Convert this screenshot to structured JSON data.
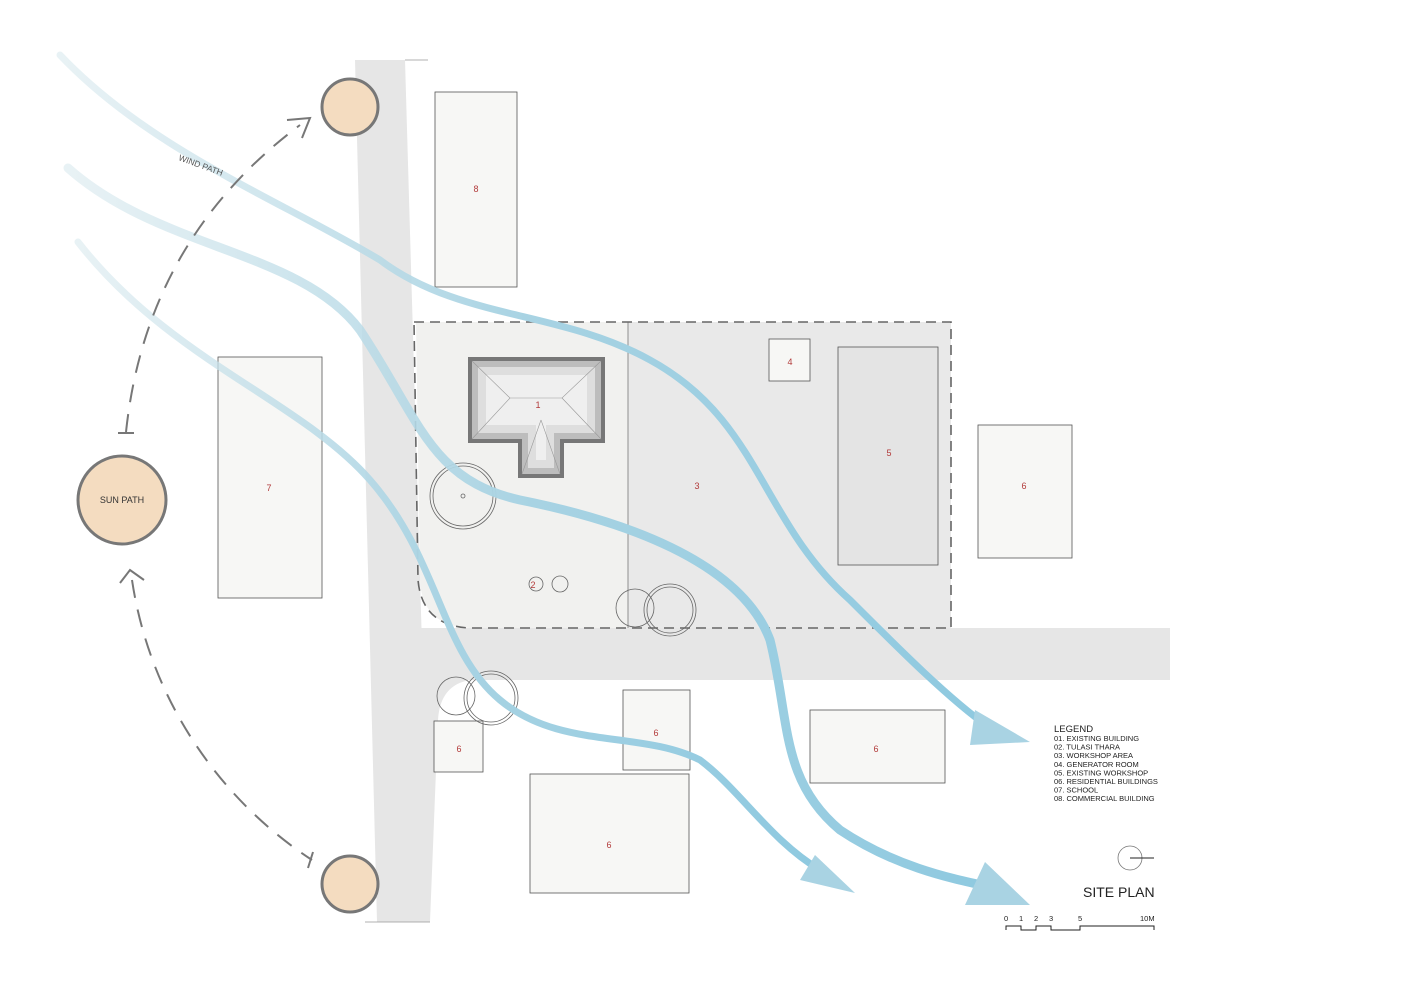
{
  "title": "SITE PLAN",
  "wind_label": "WIND PATH",
  "sun_label": "SUN PATH",
  "legend": {
    "heading": "LEGEND",
    "items": [
      "01. EXISTING BUILDING",
      "02. TULASI THARA",
      "03. WORKSHOP AREA",
      "04. GENERATOR ROOM",
      "05. EXISTING WORKSHOP",
      "06. RESIDENTIAL BUILDINGS",
      "07. SCHOOL",
      "08. COMMERCIAL BUILDING"
    ]
  },
  "scale": {
    "ticks": [
      "0",
      "1",
      "2",
      "3",
      "5",
      "10M"
    ]
  },
  "buildings": {
    "b1": "1",
    "b2": "2",
    "b3": "3",
    "b4": "4",
    "b5": "5",
    "b6a": "6",
    "b6b": "6",
    "b6c": "6",
    "b6d": "6",
    "b6e": "6",
    "b7": "7",
    "b8": "8"
  },
  "colors": {
    "wind": "#8ec9e0",
    "sun": "#f4dcc0",
    "label": "#b23a3a"
  }
}
